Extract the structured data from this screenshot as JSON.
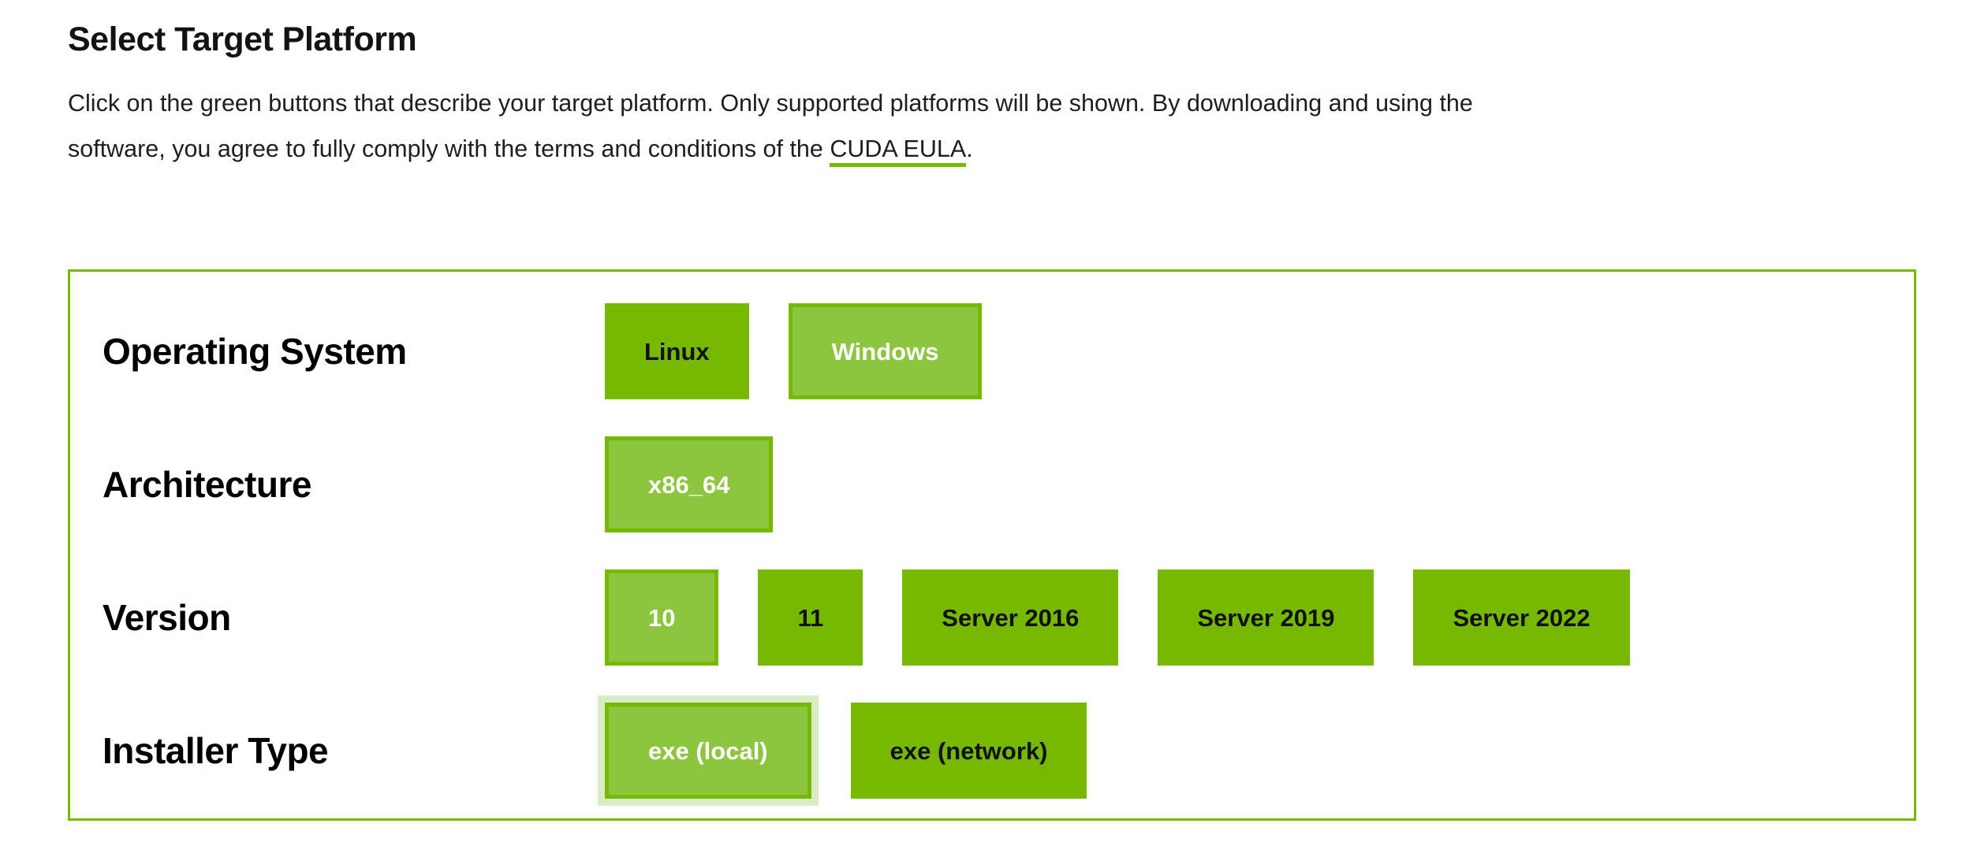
{
  "page": {
    "title": "Select Target Platform",
    "intro": {
      "line1": "Click on the green buttons that describe your target platform. Only supported platforms will be shown. By downloading and using the",
      "line2_prefix": "software, you agree to fully comply with the terms and conditions of the ",
      "link_text": "CUDA EULA",
      "line2_suffix": "."
    }
  },
  "selector": {
    "rows": [
      {
        "label": "Operating System",
        "options": [
          {
            "label": "Linux",
            "selected": false,
            "focused": false
          },
          {
            "label": "Windows",
            "selected": true,
            "focused": false
          }
        ]
      },
      {
        "label": "Architecture",
        "options": [
          {
            "label": "x86_64",
            "selected": true,
            "focused": false
          }
        ]
      },
      {
        "label": "Version",
        "options": [
          {
            "label": "10",
            "selected": true,
            "focused": false
          },
          {
            "label": "11",
            "selected": false,
            "focused": false
          },
          {
            "label": "Server 2016",
            "selected": false,
            "focused": false
          },
          {
            "label": "Server 2019",
            "selected": false,
            "focused": false
          },
          {
            "label": "Server 2022",
            "selected": false,
            "focused": false
          }
        ]
      },
      {
        "label": "Installer Type",
        "options": [
          {
            "label": "exe (local)",
            "selected": true,
            "focused": true
          },
          {
            "label": "exe (network)",
            "selected": false,
            "focused": false
          }
        ]
      }
    ]
  },
  "colors": {
    "unselected_button_green": "#76B900",
    "selected_button_green": "#8CC63F",
    "selected_button_border": "#76B900",
    "focus_ring": "#D9ECC3",
    "panel_border": "#76B900",
    "link_underline": "#76B900"
  }
}
